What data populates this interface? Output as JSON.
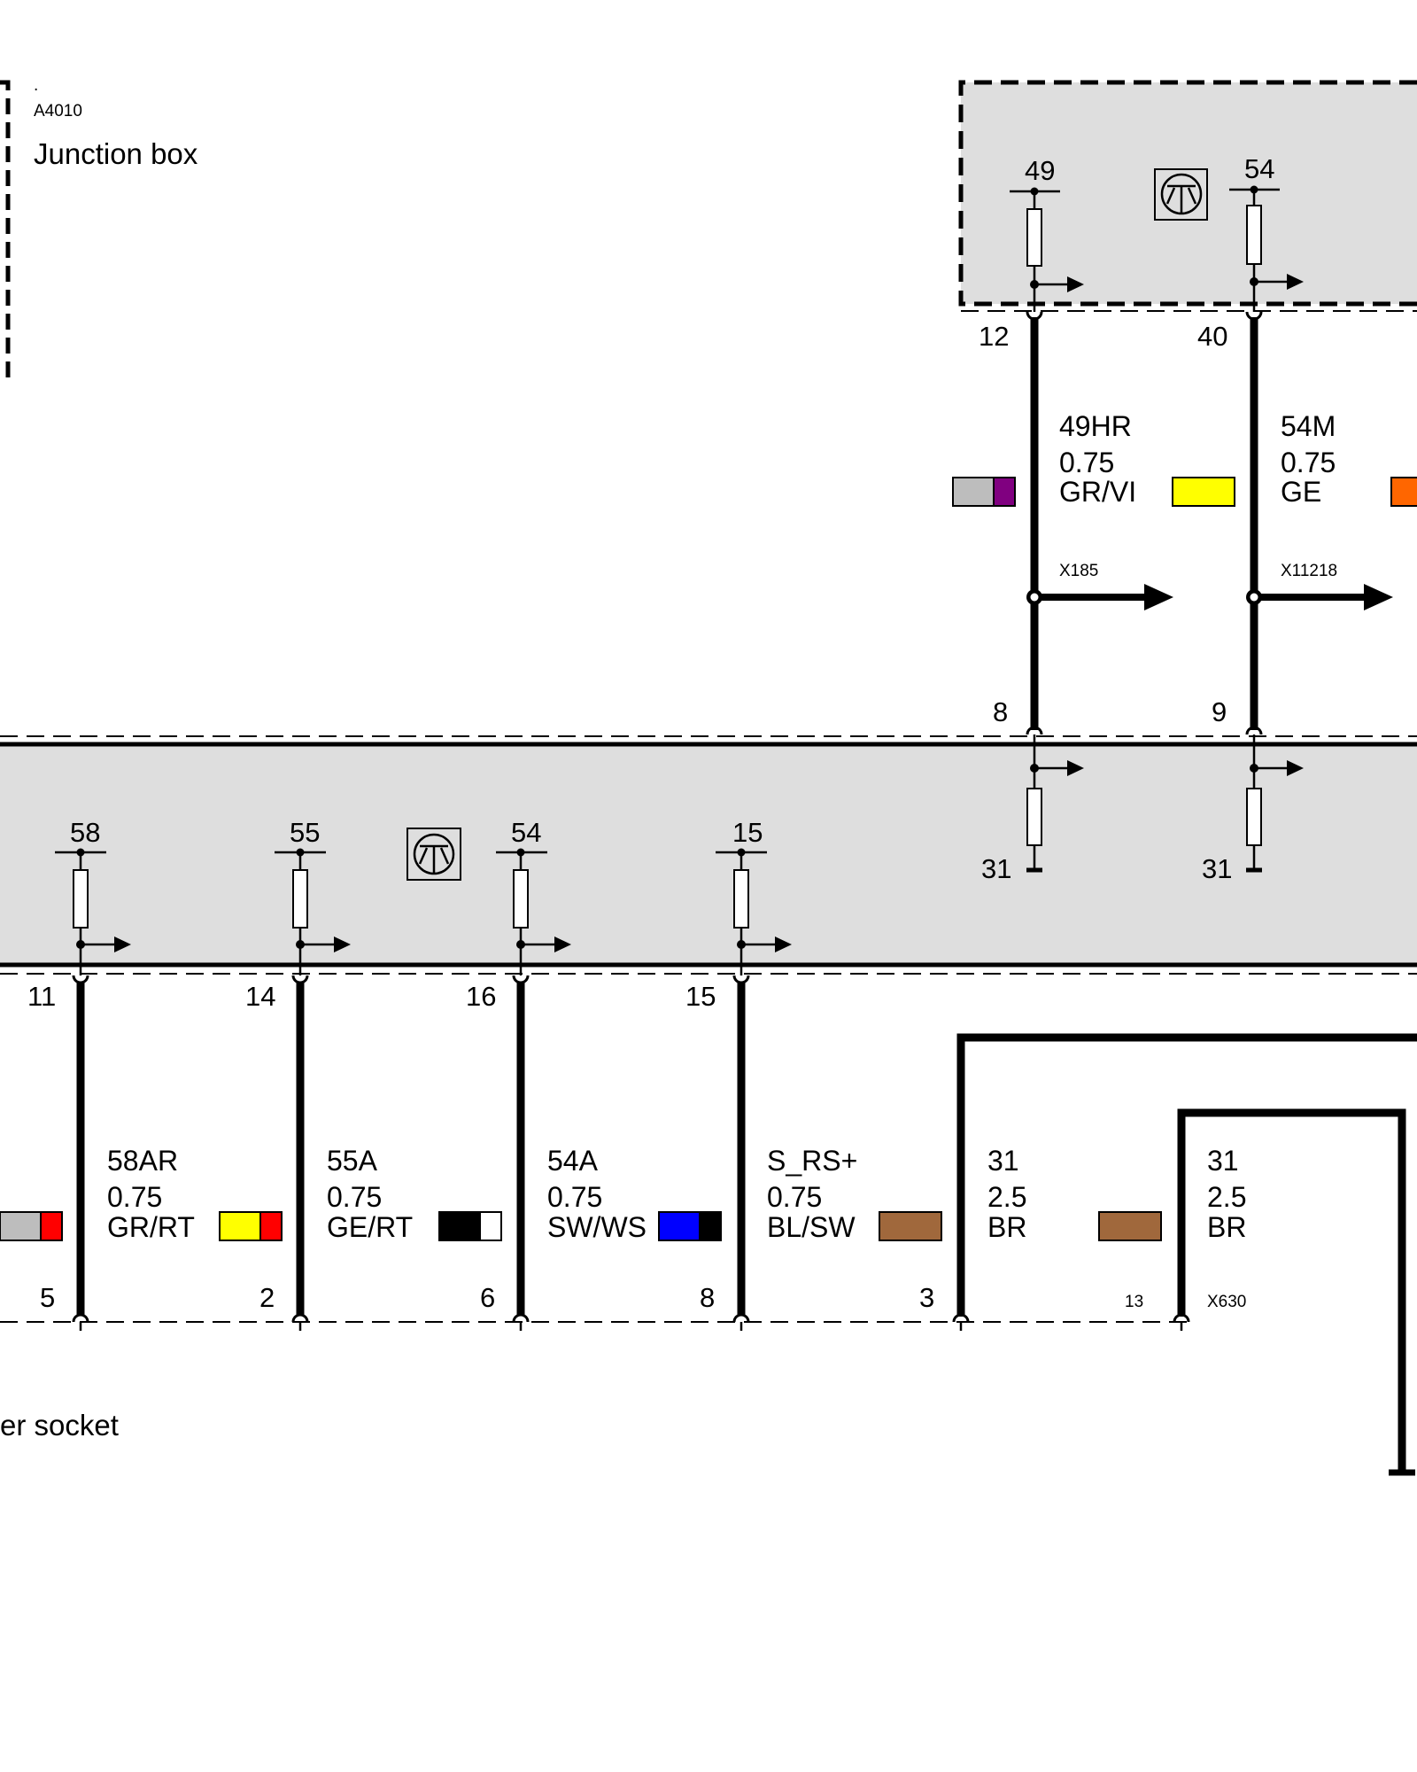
{
  "header": {
    "dot": ".",
    "junction_code": "A4010",
    "junction_name": "Junction box",
    "socket_label": "er socket"
  },
  "colors": {
    "GR": "#bdbdbd",
    "VI": "#800080",
    "GE": "#ffff00",
    "RT": "#ff0000",
    "SW": "#000000",
    "WS": "#ffffff",
    "BL": "#0000ff",
    "BR": "#a0683c",
    "OR": "#ff6600",
    "panel": "#dedede"
  },
  "top_module": {
    "fuses": [
      {
        "id": "49",
        "upper_pin": "12",
        "lower_pin": "8"
      },
      {
        "id": "54",
        "upper_pin": "40",
        "lower_pin": "9"
      }
    ],
    "grounds": [
      "31",
      "31"
    ],
    "branches": [
      "X185",
      "X11218"
    ]
  },
  "upper_wires": [
    {
      "signal": "49HR",
      "size": "0.75",
      "color_code": "GR/VI",
      "chip": [
        "GR",
        "VI"
      ]
    },
    {
      "signal": "54M",
      "size": "0.75",
      "color_code": "GE",
      "chip": [
        "GE"
      ]
    }
  ],
  "edge_chip": [
    "OR"
  ],
  "lower_module": {
    "fuses": [
      {
        "id": "58",
        "upper_pin": "11",
        "lower_pin": "5"
      },
      {
        "id": "55",
        "upper_pin": "14",
        "lower_pin": "2"
      },
      {
        "id": "54",
        "upper_pin": "16",
        "lower_pin": "6"
      },
      {
        "id": "15",
        "upper_pin": "15",
        "lower_pin": "8"
      }
    ]
  },
  "lower_wires": [
    {
      "signal": "58AR",
      "size": "0.75",
      "color_code": "GR/RT",
      "chip": [
        "GR",
        "RT"
      ]
    },
    {
      "signal": "55A",
      "size": "0.75",
      "color_code": "GE/RT",
      "chip": [
        "GE",
        "RT"
      ]
    },
    {
      "signal": "54A",
      "size": "0.75",
      "color_code": "SW/WS",
      "chip": [
        "SW",
        "WS"
      ]
    },
    {
      "signal": "S_RS+",
      "size": "0.75",
      "color_code": "BL/SW",
      "chip": [
        "BL",
        "SW"
      ]
    },
    {
      "signal": "31",
      "size": "2.5",
      "color_code": "BR",
      "chip": [
        "BR"
      ]
    },
    {
      "signal": "31",
      "size": "2.5",
      "color_code": "BR",
      "chip": [
        "BR"
      ]
    }
  ],
  "left_chip": [
    "GR",
    "RT"
  ],
  "ground_wires": {
    "pins": [
      "3",
      "13"
    ],
    "connector": "X630"
  }
}
